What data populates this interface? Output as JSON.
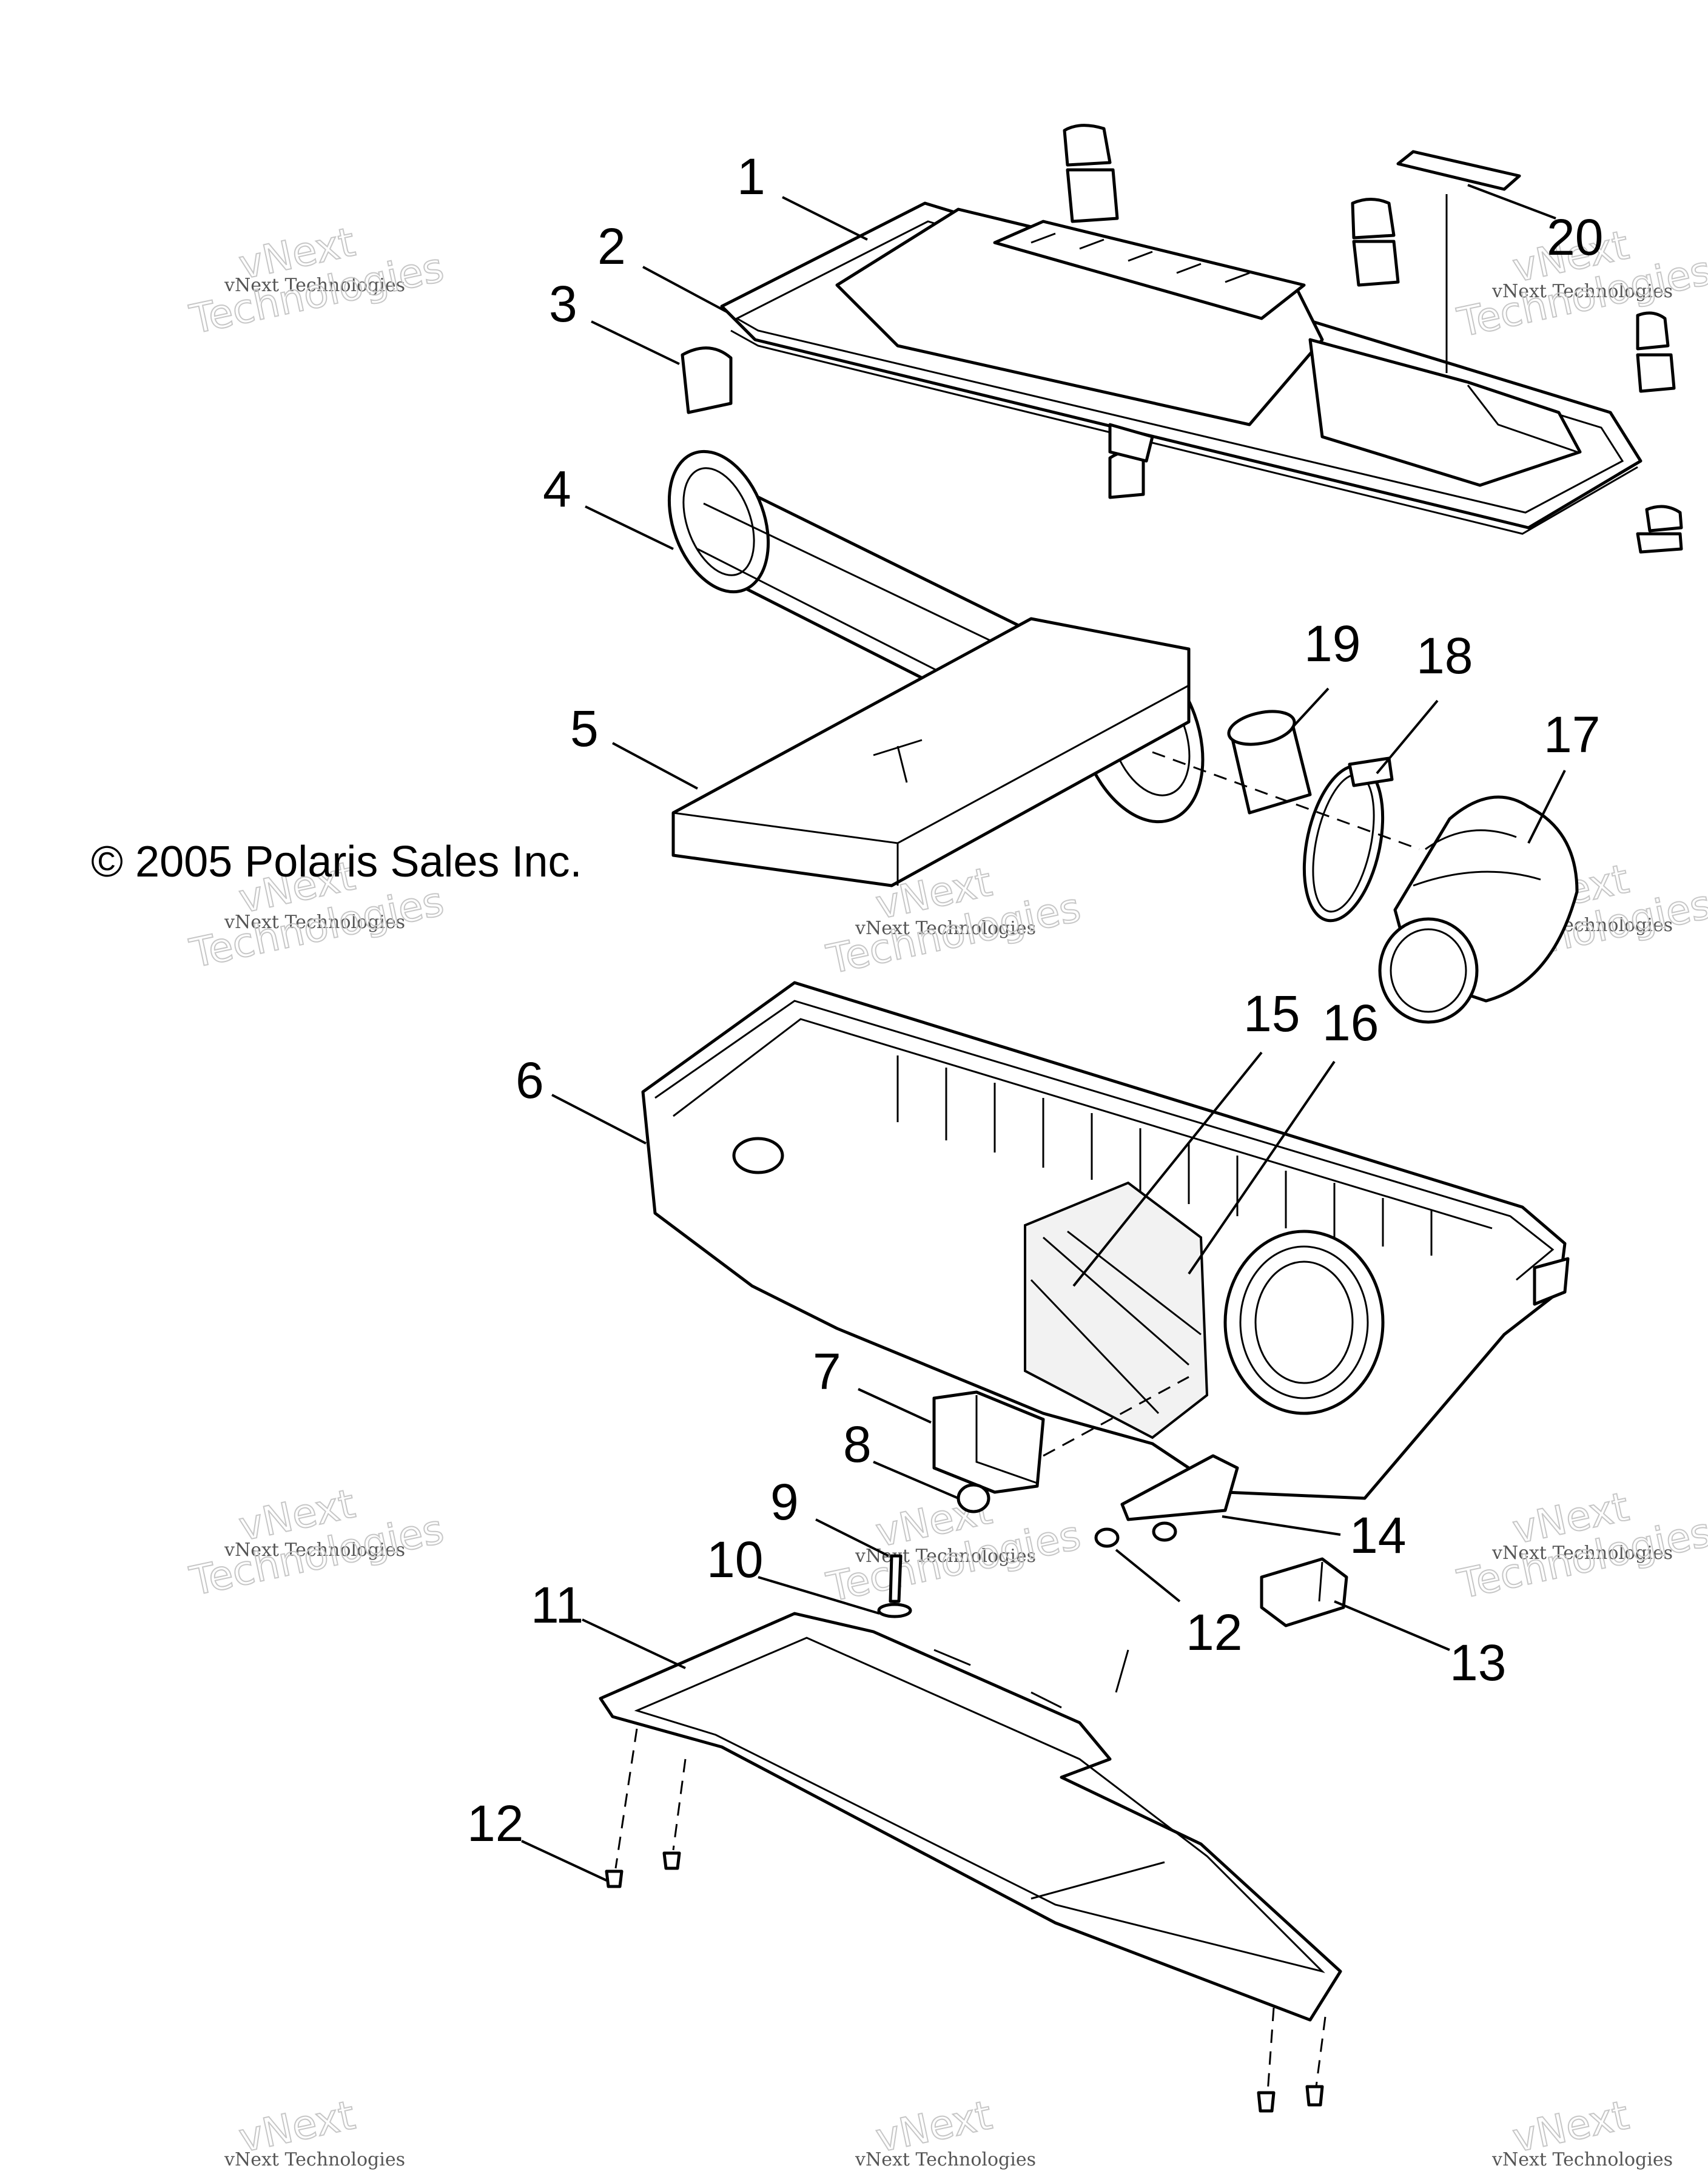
{
  "copyright": "© 2005 Polaris Sales Inc.",
  "watermark": {
    "line1": "vNext Technologies",
    "line2": "vNext",
    "line3": "Technologies"
  },
  "callouts": {
    "c1": "1",
    "c2": "2",
    "c3": "3",
    "c4": "4",
    "c5": "5",
    "c6": "6",
    "c7": "7",
    "c8": "8",
    "c9": "9",
    "c10": "10",
    "c11": "11",
    "c12a": "12",
    "c12b": "12",
    "c13": "13",
    "c14": "14",
    "c15": "15",
    "c16": "16",
    "c17": "17",
    "c18": "18",
    "c19": "19",
    "c20": "20"
  }
}
